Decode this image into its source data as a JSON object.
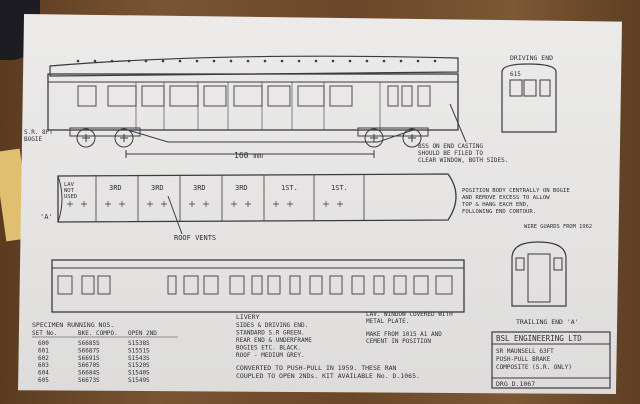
{
  "drawing": {
    "driving_end_label": "DRIVING END",
    "driving_end_car_no": "615",
    "trailing_end_label": "TRAILING END 'A'",
    "bogie_label": "S.R. 8FT BOGIE",
    "dimension_label": "160 mm",
    "roof_vents_label": "ROOF VENTS",
    "side_a_label": "'A'",
    "compartments": [
      "LAV NOT USED",
      "3RD",
      "3RD",
      "3RD",
      "3RD",
      "1ST.",
      "1ST."
    ],
    "notes": {
      "bss_casting": "BSS ON END CASTING SHOULD BE FILED TO CLEAR WINDOW, BOTH SIDES.",
      "position_body": "POSITION BODY CENTRALLY ON BOGIE AND REMOVE EXCESS TO ALLOW TOP & HANG EACH END, FOLLOWING END CONTOUR.",
      "wire_guards": "WIRE GUARDS FROM 1962",
      "lav_window": "LAV. WINDOW COVERED WITH METAL PLATE.",
      "make_from": "MAKE FROM 1015 A1 AND CEMENT IN POSITION"
    }
  },
  "running_numbers": {
    "title": "SPECIMEN RUNNING NOS.",
    "headers": [
      "SET No.",
      "BKE. COMPO.",
      "OPEN 2ND"
    ],
    "rows": [
      [
        "600",
        "S6685S",
        "S1538S"
      ],
      [
        "601",
        "S6687S",
        "S1551S"
      ],
      [
        "602",
        "S6691S",
        "S1543S"
      ],
      [
        "603",
        "S6670S",
        "S1520S"
      ],
      [
        "604",
        "S6684S",
        "S1540S"
      ],
      [
        "605",
        "S6673S",
        "S1549S"
      ]
    ]
  },
  "livery": {
    "title": "LIVERY",
    "lines": [
      "SIDES & DRIVING END.",
      "STANDARD S.R GREEN.",
      "REAR END & UNDERFRAME",
      "BOGIES ETC. BLACK.",
      "ROOF - MEDIUM GREY."
    ]
  },
  "conversion_note": [
    "CONVERTED TO PUSH-PULL IN 1959. THESE RAN",
    "COUPLED TO OPEN 2NDs. KIT AVAILABLE No. D.1065."
  ],
  "title_block": {
    "company": "BSL ENGINEERING LTD",
    "line1": "SR MAUNSELL 63FT",
    "line2": "PUSH-PULL BRAKE",
    "line3": "COMPOSITE (S.R. ONLY)",
    "drawing_no": "DRG D.1067"
  }
}
